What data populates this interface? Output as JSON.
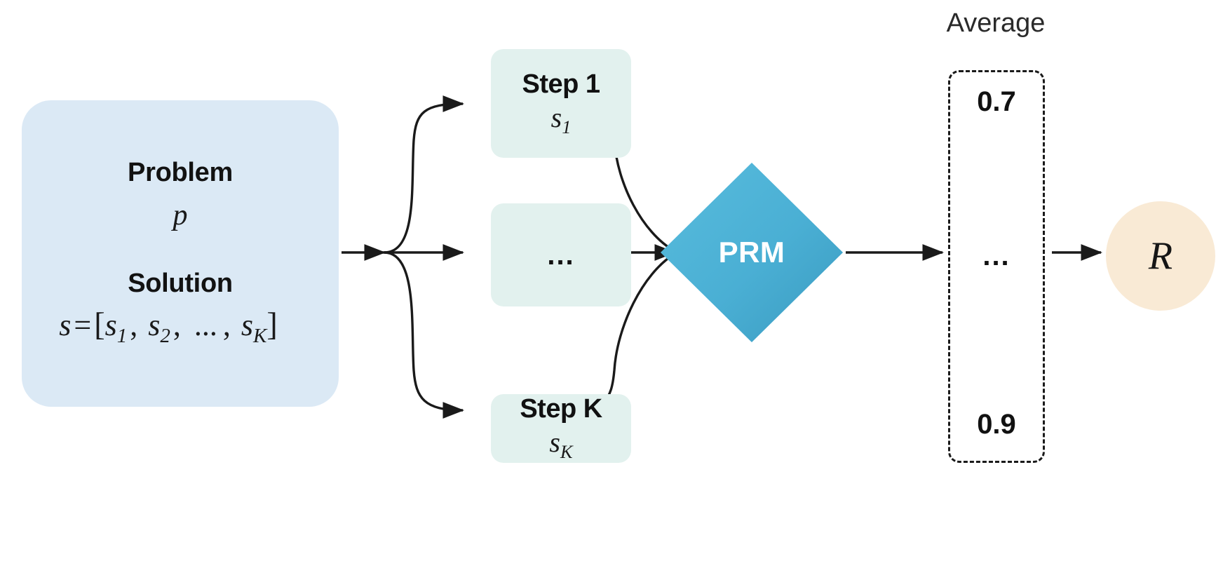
{
  "diagram": {
    "title": "PRM process reward scoring pipeline",
    "colors": {
      "input_box_bg": "#dbe9f5",
      "step_box_bg": "#e2f1ee",
      "diamond_fill": "#4aafd4",
      "diamond_fill_dark": "#3e9cbe",
      "reward_circle_bg": "#f9ead5",
      "stroke": "#1a1a1a",
      "text": "#111111",
      "diamond_text": "#ffffff"
    },
    "input": {
      "problem_label": "Problem",
      "problem_symbol": "p",
      "solution_label": "Solution",
      "solution_formula": {
        "lhs": "s",
        "eq": "=",
        "open": "[",
        "items": [
          "s",
          "s",
          "...",
          "s"
        ],
        "subs": [
          "1",
          "2",
          "",
          "K"
        ],
        "close": "]",
        "plain": "s = [s1, s2, ..., sK]"
      }
    },
    "steps": [
      {
        "title": "Step 1",
        "symbol": "s",
        "sub": "1"
      },
      {
        "title": "",
        "symbol": "...",
        "sub": ""
      },
      {
        "title": "Step K",
        "symbol": "s",
        "sub": "K"
      }
    ],
    "prm": {
      "label": "PRM"
    },
    "average": {
      "label": "Average",
      "scores": [
        "0.7",
        "...",
        "0.9"
      ]
    },
    "reward": {
      "symbol": "R"
    }
  }
}
